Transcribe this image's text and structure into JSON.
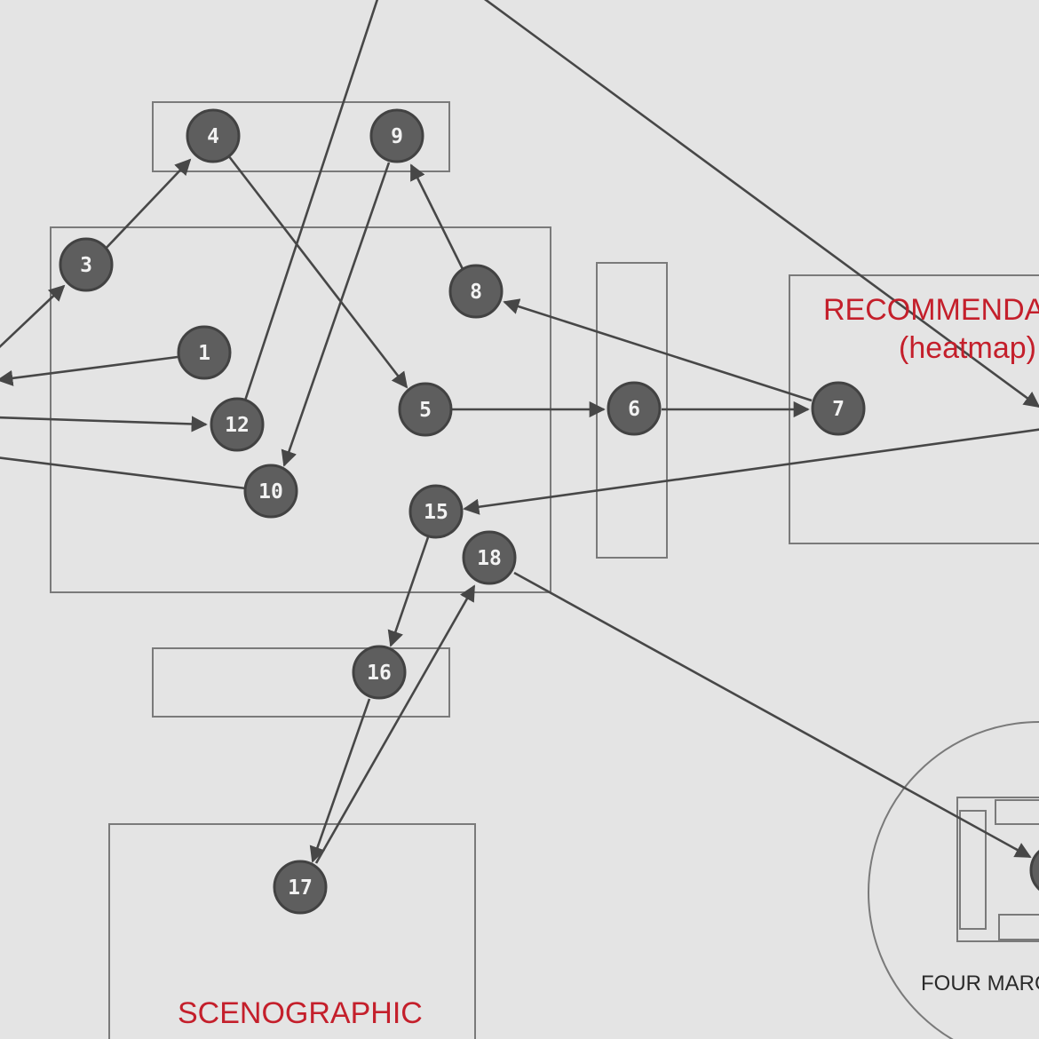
{
  "labels": {
    "recommendation_line1": "RECOMMENDAT",
    "recommendation_line2": "(heatmap)",
    "scenographic": "SCENOGRAPHIC",
    "four_margins": "FOUR MARGI"
  },
  "nodes": [
    {
      "id": "n1",
      "label": "1"
    },
    {
      "id": "n3",
      "label": "3"
    },
    {
      "id": "n4",
      "label": "4"
    },
    {
      "id": "n5",
      "label": "5"
    },
    {
      "id": "n6",
      "label": "6"
    },
    {
      "id": "n7",
      "label": "7"
    },
    {
      "id": "n8",
      "label": "8"
    },
    {
      "id": "n9",
      "label": "9"
    },
    {
      "id": "n10",
      "label": "10"
    },
    {
      "id": "n12",
      "label": "12"
    },
    {
      "id": "n15",
      "label": "15"
    },
    {
      "id": "n16",
      "label": "16"
    },
    {
      "id": "n17",
      "label": "17"
    },
    {
      "id": "n18",
      "label": "18"
    }
  ],
  "colors": {
    "accent_red": "#c41f2b",
    "node_fill": "#5e5e5e",
    "line": "#474747",
    "background": "#e4e4e4"
  }
}
